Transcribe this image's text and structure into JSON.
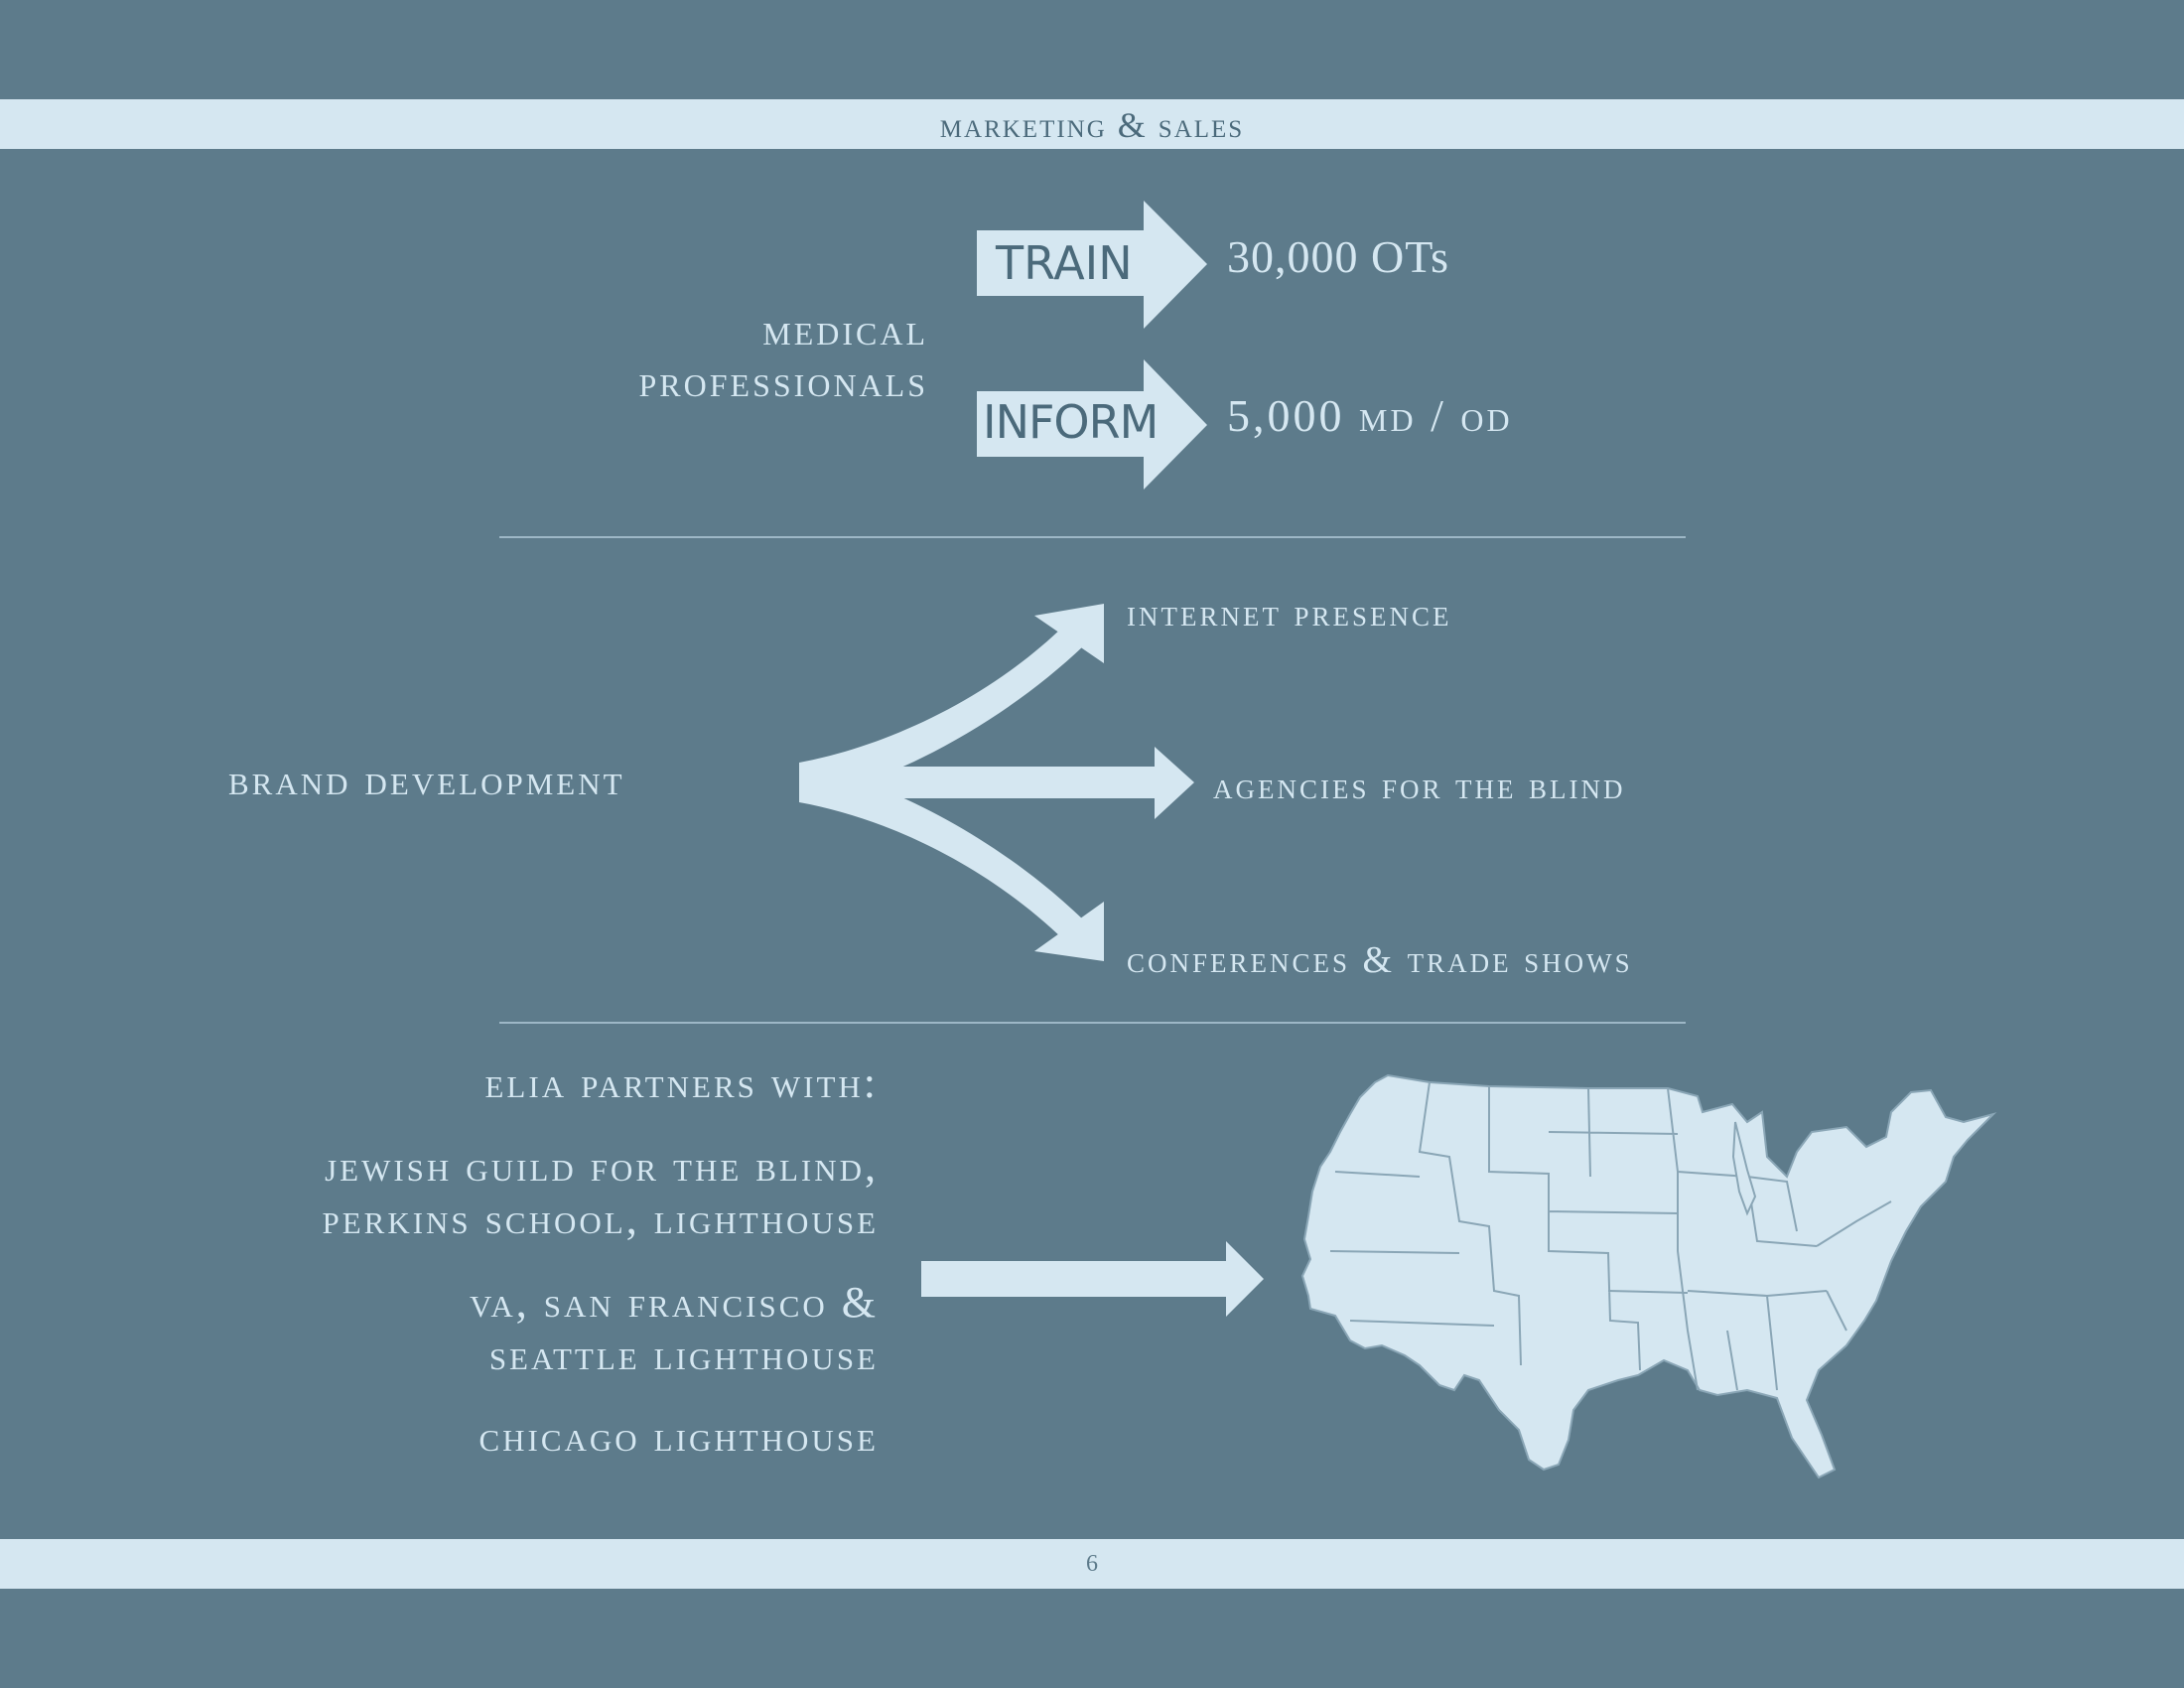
{
  "header": {
    "title": "MARKETING & SALES"
  },
  "medical": {
    "label_line1": "MEDICAL",
    "label_line2": "PROFESSIONALS",
    "train": {
      "label": "TRAIN",
      "stat": "30,000 OTs"
    },
    "inform": {
      "label": "INFORM",
      "stat": "5,000 MD / OD"
    }
  },
  "brand": {
    "label": "BRAND DEVELOPMENT",
    "branches": [
      "INTERNET PRESENCE",
      "AGENCIES FOR THE BLIND",
      "CONFERENCES & TRADE SHOWS"
    ]
  },
  "partners": {
    "heading": "ELIA PARTNERS WITH:",
    "group1": [
      "JEWISH GUILD FOR THE BLIND,",
      "PERKINS SCHOOL, LIGHTHOUSE"
    ],
    "group2": [
      "VA, SAN FRANCISCO &",
      "SEATTLE LIGHTHOUSE"
    ],
    "group3": "CHICAGO LIGHTHOUSE"
  },
  "footer": {
    "page_number": "6"
  },
  "colors": {
    "background": "#5d7b8b",
    "light": "#d5e7f1",
    "dark_text": "#4b6a7b"
  },
  "icons": [
    "right-arrow-icon",
    "branching-arrows-icon",
    "usa-map-icon"
  ]
}
